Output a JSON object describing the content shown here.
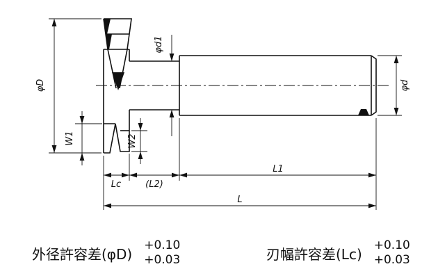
{
  "labels": {
    "phiD": "φD",
    "phid1": "φd1",
    "phid": "φd",
    "w1": "W1",
    "w2": "W2",
    "lc": "Lc",
    "l2": "(L2)",
    "l1": "L1",
    "l": "L"
  },
  "notes": [
    {
      "label": "外径許容差(φD)",
      "upper": "+0.10",
      "lower": "+0.03"
    },
    {
      "label": "刃幅許容差(Lc)",
      "upper": "+0.10",
      "lower": "+0.03"
    }
  ],
  "colors": {
    "line": "#111111",
    "background": "#ffffff"
  }
}
